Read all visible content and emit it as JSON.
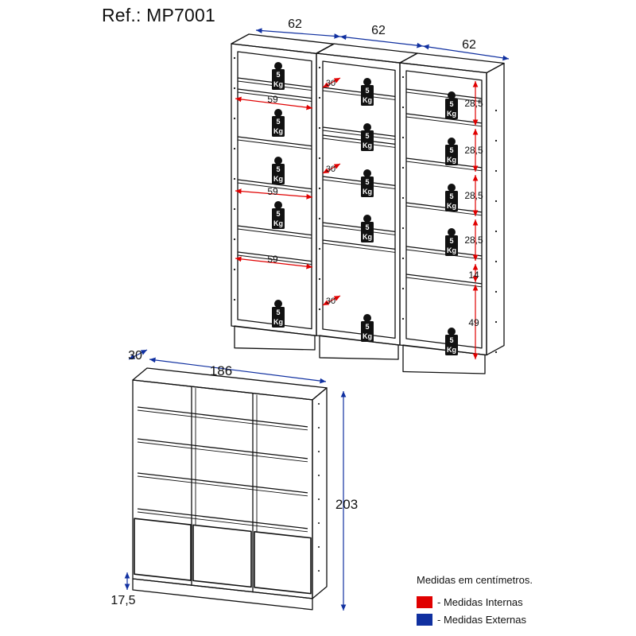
{
  "reference": "Ref.: MP7001",
  "colors": {
    "internal": "#e00000",
    "external": "#1030a0",
    "line": "#111111"
  },
  "weight_badge": {
    "top": "5",
    "bottom": "Kg",
    "icon": "weight-icon"
  },
  "top_view": {
    "module_widths": [
      "62",
      "62",
      "62"
    ],
    "internal_width": "59",
    "depth_internal": "30",
    "shelf_heights": [
      "28,5",
      "28,5",
      "28,5",
      "28,5"
    ],
    "drawer_gap": "14",
    "bottom_height": "49"
  },
  "front_view": {
    "depth": "30",
    "total_width": "186",
    "total_height": "203",
    "base_height": "17,5"
  },
  "legend": {
    "title": "Medidas em centímetros.",
    "internal_label": "- Medidas Internas",
    "external_label": "- Medidas Externas"
  }
}
